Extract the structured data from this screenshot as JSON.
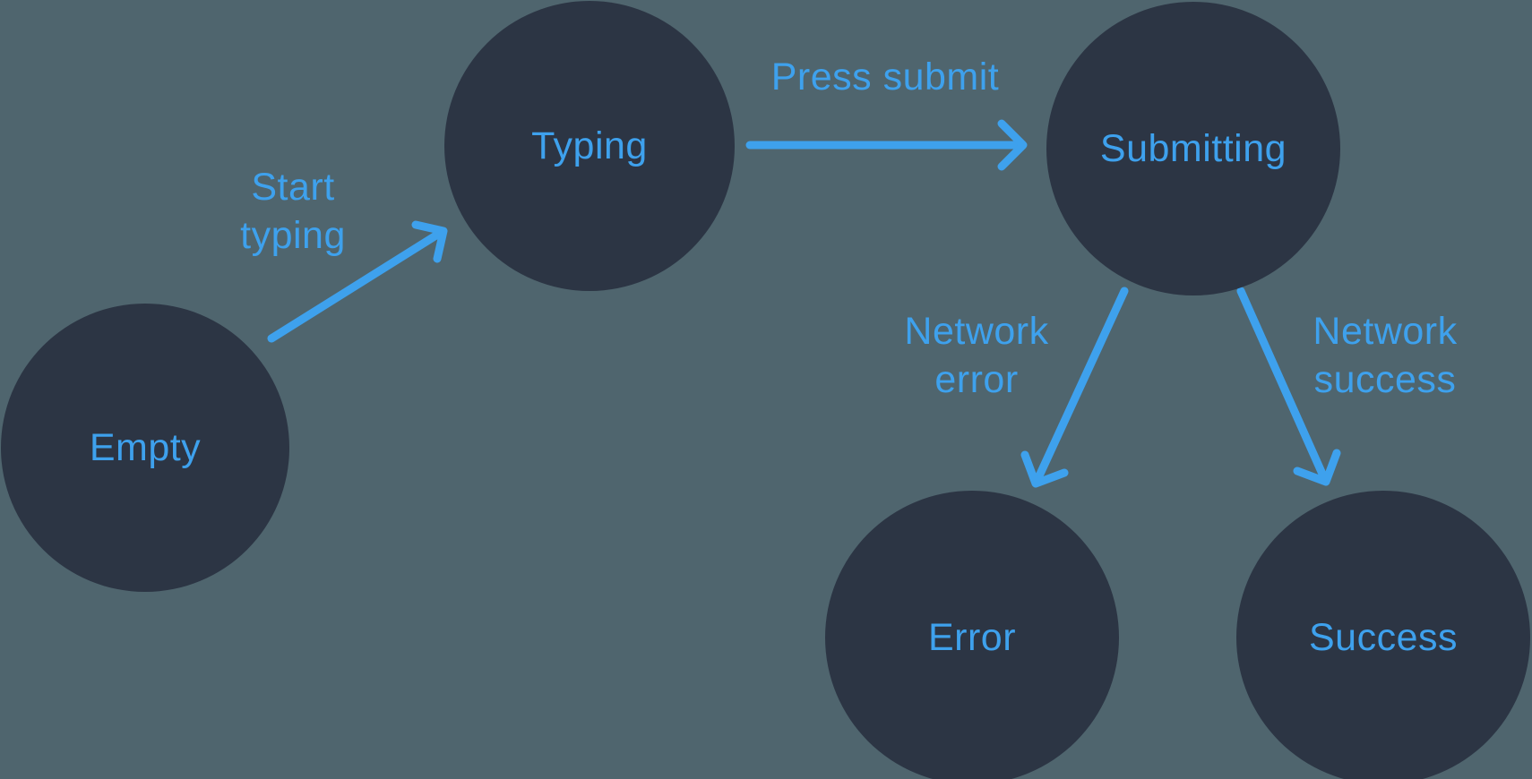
{
  "colors": {
    "background": "#4f656e",
    "node_fill": "#2c3544",
    "accent_blue": "#3ea1ed"
  },
  "diagram_type": "state-machine",
  "states": [
    {
      "id": "empty",
      "label": "Empty"
    },
    {
      "id": "typing",
      "label": "Typing"
    },
    {
      "id": "submitting",
      "label": "Submitting"
    },
    {
      "id": "error",
      "label": "Error"
    },
    {
      "id": "success",
      "label": "Success"
    }
  ],
  "transitions": [
    {
      "id": "start-typing",
      "label": "Start\ntyping",
      "from": "empty",
      "to": "typing"
    },
    {
      "id": "press-submit",
      "label": "Press submit",
      "from": "typing",
      "to": "submitting"
    },
    {
      "id": "network-error",
      "label": "Network\nerror",
      "from": "submitting",
      "to": "error"
    },
    {
      "id": "network-success",
      "label": "Network\nsuccess",
      "from": "submitting",
      "to": "success"
    }
  ]
}
